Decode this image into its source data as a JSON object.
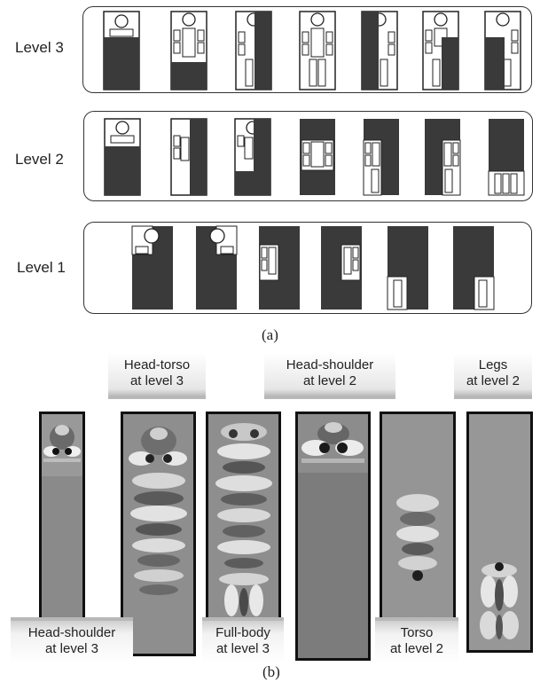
{
  "figure": {
    "level_labels": {
      "level3": "Level 3",
      "level2": "Level 2",
      "level1": "Level 1"
    },
    "caption_a": "(a)",
    "caption_b": "(b)",
    "filters": [
      {
        "l1": "Head-shoulder",
        "l2": "at level 3"
      },
      {
        "l1": "Head-torso",
        "l2": "at level 3"
      },
      {
        "l1": "Full-body",
        "l2": "at level 3"
      },
      {
        "l1": "Head-shoulder",
        "l2": "at level 2"
      },
      {
        "l1": "Torso",
        "l2": "at level 2"
      },
      {
        "l1": "Legs",
        "l2": "at level 2"
      }
    ]
  }
}
